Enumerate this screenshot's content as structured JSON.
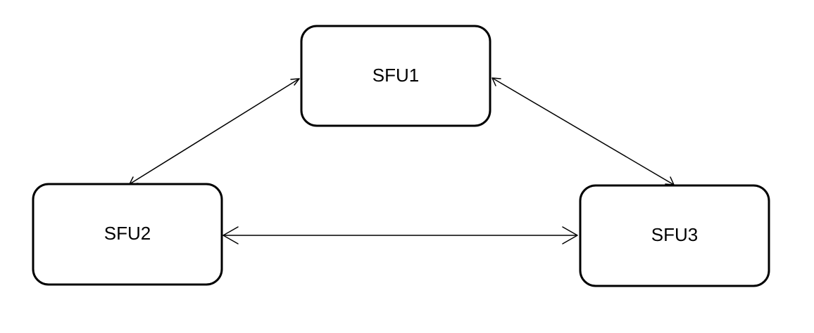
{
  "diagram": {
    "nodes": [
      {
        "id": "sfu1",
        "label": "SFU1"
      },
      {
        "id": "sfu2",
        "label": "SFU2"
      },
      {
        "id": "sfu3",
        "label": "SFU3"
      }
    ],
    "edges": [
      {
        "from": "sfu1",
        "to": "sfu2",
        "direction": "bidirectional"
      },
      {
        "from": "sfu1",
        "to": "sfu3",
        "direction": "bidirectional"
      },
      {
        "from": "sfu2",
        "to": "sfu3",
        "direction": "bidirectional"
      }
    ],
    "colors": {
      "stroke": "#000000",
      "fill": "#ffffff",
      "background": "#ffffff"
    }
  }
}
